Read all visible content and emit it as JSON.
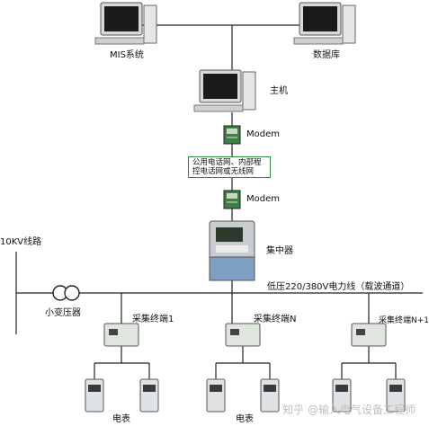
{
  "nodes": {
    "mis": {
      "label": "MIS系统"
    },
    "database": {
      "label": "数据库"
    },
    "host": {
      "label": "主机"
    },
    "modem_top": {
      "label": "Modem"
    },
    "network": {
      "line1": "公用电话网、内部程",
      "line2": "控电话网或无线网"
    },
    "modem_bottom": {
      "label": "Modem"
    },
    "concentrator": {
      "label": "集中器"
    },
    "line_10kv": {
      "label": "10KV线路"
    },
    "power_line": {
      "label": "低压220/380V电力线（载波通道）"
    },
    "transformer": {
      "label": "小变压器"
    },
    "terminal_1": {
      "label": "采集终端1"
    },
    "terminal_n": {
      "label": "采集终端N"
    },
    "terminal_n1": {
      "label": "采集终端N+1"
    },
    "meter_group_1": {
      "label": "电表"
    },
    "meter_group_2": {
      "label": "电表"
    }
  },
  "watermark": "知乎 @输入电气设备工程师",
  "colors": {
    "line": "#222222",
    "network_border": "#2e8b3a",
    "meter_body": "#dfe3e6",
    "concentrator_body": "#7f9fc3"
  }
}
